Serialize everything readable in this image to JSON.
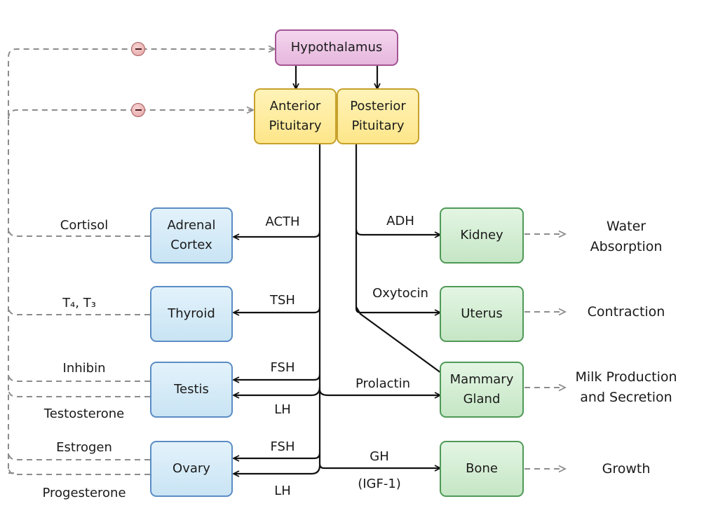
{
  "nodes": {
    "hypothalamus": "Hypothalamus",
    "anterior_pituitary": [
      "Anterior",
      "Pituitary"
    ],
    "posterior_pituitary": [
      "Posterior",
      "Pituitary"
    ],
    "adrenal_cortex": [
      "Adrenal",
      "Cortex"
    ],
    "thyroid": "Thyroid",
    "testis": "Testis",
    "ovary": "Ovary",
    "kidney": "Kidney",
    "uterus": "Uterus",
    "mammary_gland": [
      "Mammary",
      "Gland"
    ],
    "bone": "Bone"
  },
  "hormones": {
    "acth": "ACTH",
    "tsh": "TSH",
    "fsh_testis": "FSH",
    "lh_testis": "LH",
    "fsh_ovary": "FSH",
    "lh_ovary": "LH",
    "adh": "ADH",
    "oxytocin": "Oxytocin",
    "prolactin": "Prolactin",
    "gh": "GH",
    "igf1": "(IGF-1)"
  },
  "feedback": {
    "cortisol": "Cortisol",
    "thyroid_hormones": "T₄, T₃",
    "inhibin": "Inhibin",
    "testosterone": "Testosterone",
    "estrogen": "Estrogen",
    "progesterone": "Progesterone"
  },
  "outcomes": {
    "water_absorption": [
      "Water",
      "Absorption"
    ],
    "contraction": "Contraction",
    "milk": [
      "Milk Production",
      "and Secretion"
    ],
    "growth": "Growth"
  },
  "colors": {
    "solid_arrow": "#111111",
    "dashed_arrow": "#8c8c8c"
  }
}
